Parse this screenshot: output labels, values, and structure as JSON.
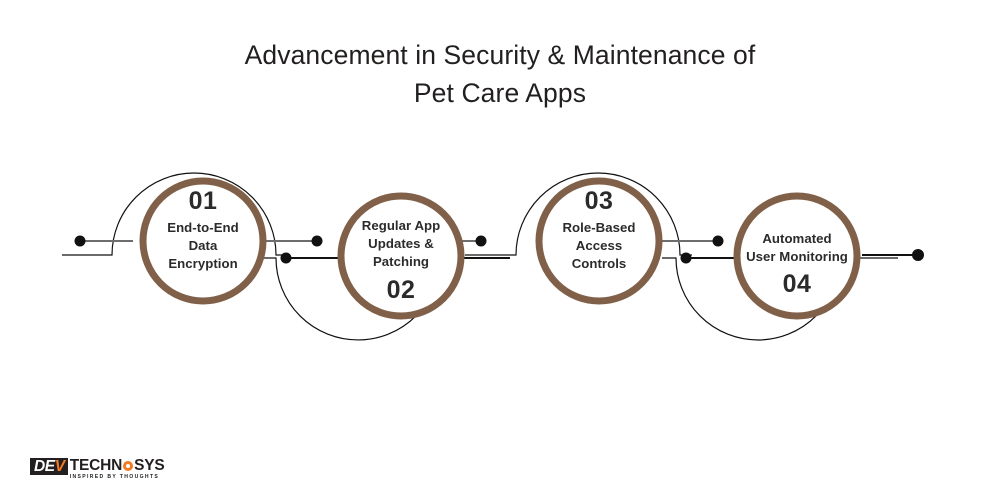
{
  "title": {
    "line1": "Advancement in Security & Maintenance of",
    "line2": "Pet Care Apps"
  },
  "colors": {
    "ring": "#806048",
    "text": "#2b2b2b",
    "title": "#221f1f",
    "connector_dark": "#111111",
    "connector_gray": "#6d6d6d",
    "logo_orange": "#f47b20",
    "logo_dark": "#231f20",
    "background": "#ffffff"
  },
  "nodes": [
    {
      "number": "01",
      "label_lines": [
        "End-to-End",
        "Data",
        "Encryption"
      ],
      "label": "End-to-End Data Encryption",
      "number_position": "top",
      "arc_position": "top"
    },
    {
      "number": "02",
      "label_lines": [
        "Regular App",
        "Updates &",
        "Patching"
      ],
      "label": "Regular App Updates & Patching",
      "number_position": "bottom",
      "arc_position": "bottom"
    },
    {
      "number": "03",
      "label_lines": [
        "Role-Based",
        "Access",
        "Controls"
      ],
      "label": "Role-Based Access Controls",
      "number_position": "top",
      "arc_position": "top"
    },
    {
      "number": "04",
      "label_lines": [
        "Automated",
        "User Monitoring"
      ],
      "label": "Automated User Monitoring",
      "number_position": "bottom",
      "arc_position": "bottom"
    }
  ],
  "logo": {
    "dev_d": "D",
    "dev_e": "E",
    "dev_v": "V",
    "techn": "TECHN",
    "sys": "SYS",
    "tagline": "INSPIRED BY THOUGHTS"
  }
}
